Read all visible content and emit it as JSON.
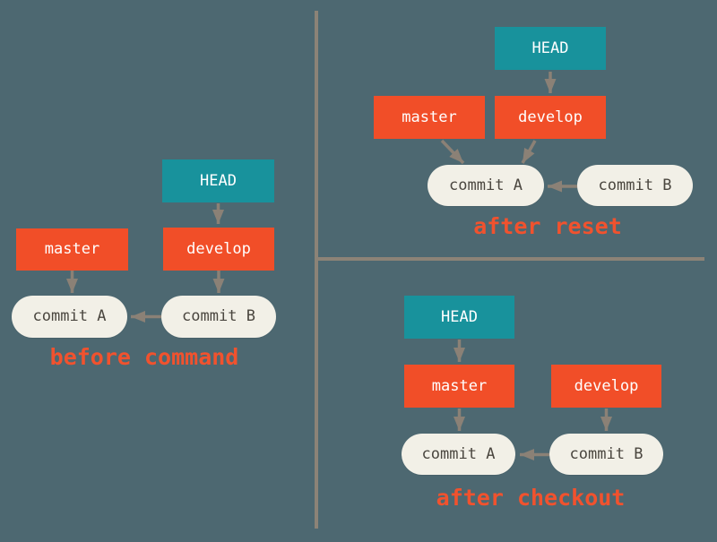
{
  "colors": {
    "background": "#4d6871",
    "head": "#18929c",
    "branch": "#f14e28",
    "commit_fill": "#f2f0e7",
    "commit_text": "#4a463f",
    "node_text": "#ffffff",
    "arrow": "#8b8176",
    "divider": "#8c8377",
    "caption": "#f1522e"
  },
  "panels": {
    "before": {
      "caption": "before command",
      "nodes": {
        "head": "HEAD",
        "master": "master",
        "develop": "develop",
        "commit_a": "commit A",
        "commit_b": "commit B"
      }
    },
    "after_reset": {
      "caption": "after reset",
      "nodes": {
        "head": "HEAD",
        "master": "master",
        "develop": "develop",
        "commit_a": "commit A",
        "commit_b": "commit B"
      }
    },
    "after_checkout": {
      "caption": "after checkout",
      "nodes": {
        "head": "HEAD",
        "master": "master",
        "develop": "develop",
        "commit_a": "commit A",
        "commit_b": "commit B"
      }
    }
  }
}
